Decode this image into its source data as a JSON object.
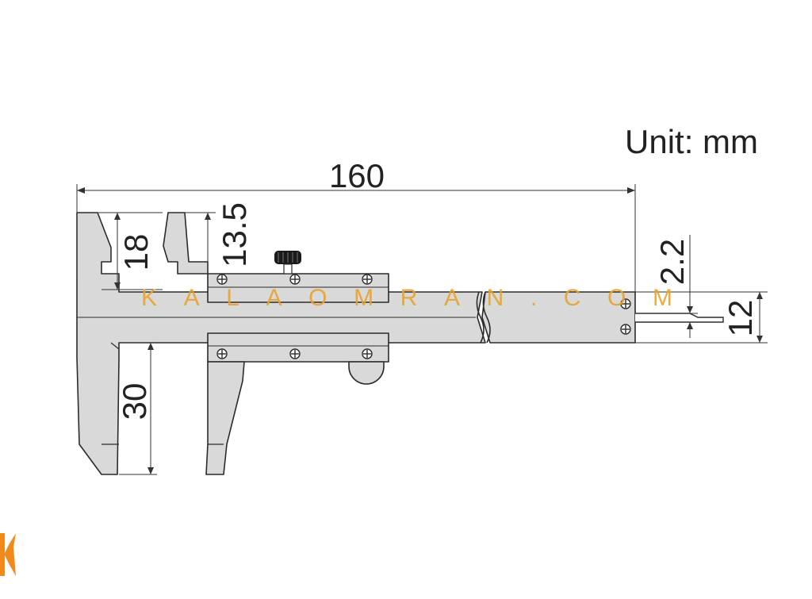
{
  "unit_label": "Unit: mm",
  "dimensions": {
    "overall_length": "160",
    "inside_jaw_depth": "13.5",
    "upper_jaw_depth": "18",
    "outside_jaw_depth": "30",
    "depth_rod_width": "2.2",
    "beam_width": "12"
  },
  "watermark": {
    "text": "KALAOMRAN.COM",
    "logo_letter": "K"
  },
  "colors": {
    "body_fill": "#d9d9d9",
    "outline": "#2b2b2b",
    "dimension_line": "#333333",
    "watermark": "#e8a32c",
    "logo": "#f08a1c"
  }
}
